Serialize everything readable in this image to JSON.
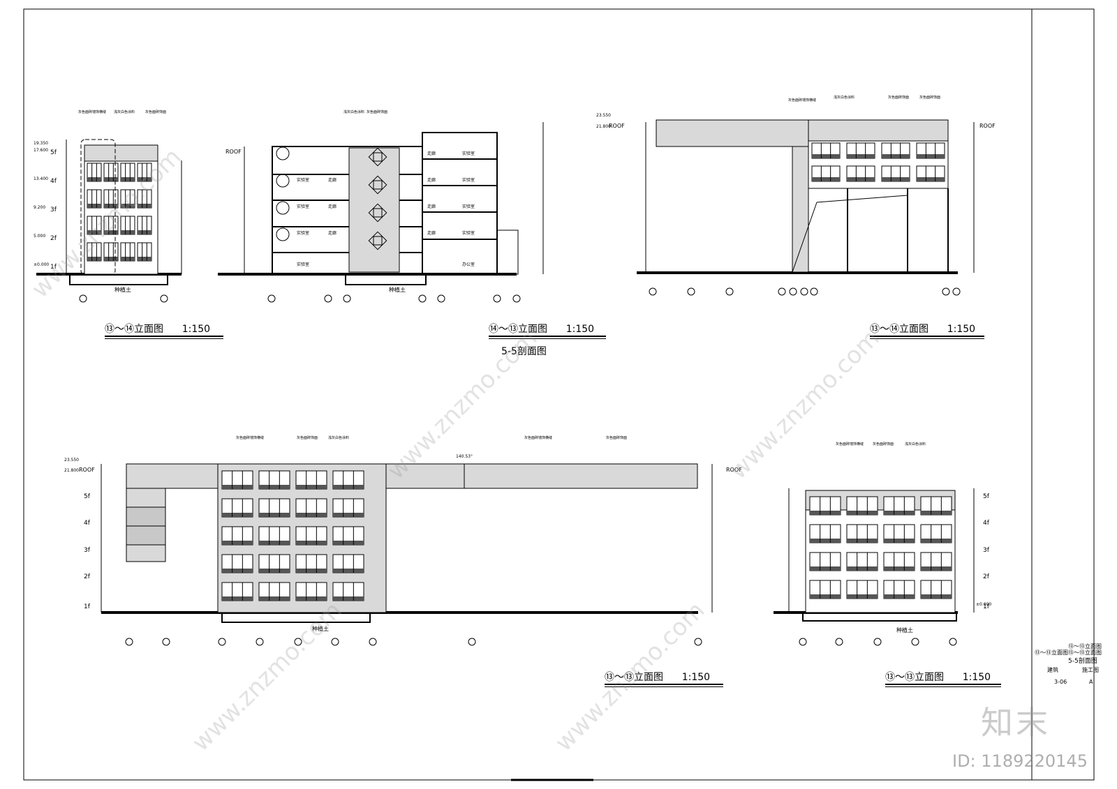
{
  "captions": {
    "elev1": "⑬～⑭立面图",
    "elev1_scale": "1:150",
    "elev2": "⑭～⑬立面图",
    "elev2_scale": "1:150",
    "section": "5-5剖面图",
    "elev3": "⑬～⑭立面图",
    "elev3_scale": "1:150",
    "elev4": "⑬～⑬立面图",
    "elev4_scale": "1:150",
    "elev5": "⑬～⑬立面图",
    "elev5_scale": "1:150"
  },
  "levels": {
    "f1": "1f",
    "f2": "2f",
    "f3": "3f",
    "f4": "4f",
    "f5": "5f",
    "roof": "ROOF",
    "e0": "±0.000",
    "e1": "5.000",
    "e2": "9.200",
    "e3": "13.400",
    "e4": "17.600",
    "e5": "19.350",
    "e6": "21.800",
    "e7": "23.550"
  },
  "labels": {
    "soil": "种植土",
    "lab": "实验室",
    "corridor": "走廊",
    "office": "办公室",
    "material1": "灰色面砖墙饰横缝",
    "material2": "浅灰白色涂料",
    "material3": "灰色面砖饰面",
    "angle": "140.53°"
  },
  "title_block": {
    "line1": "⑬～⑬立面图",
    "line2": "⑬～⑬立面图",
    "line3": "⑬～⑬立面图",
    "line4": "5-5剖面图",
    "discipline": "建筑",
    "stage": "施工图",
    "number": "3-06",
    "rev": "A"
  },
  "watermark": {
    "logo": "知末",
    "id": "ID: 1189220145",
    "site": "www.znzmo.com"
  }
}
